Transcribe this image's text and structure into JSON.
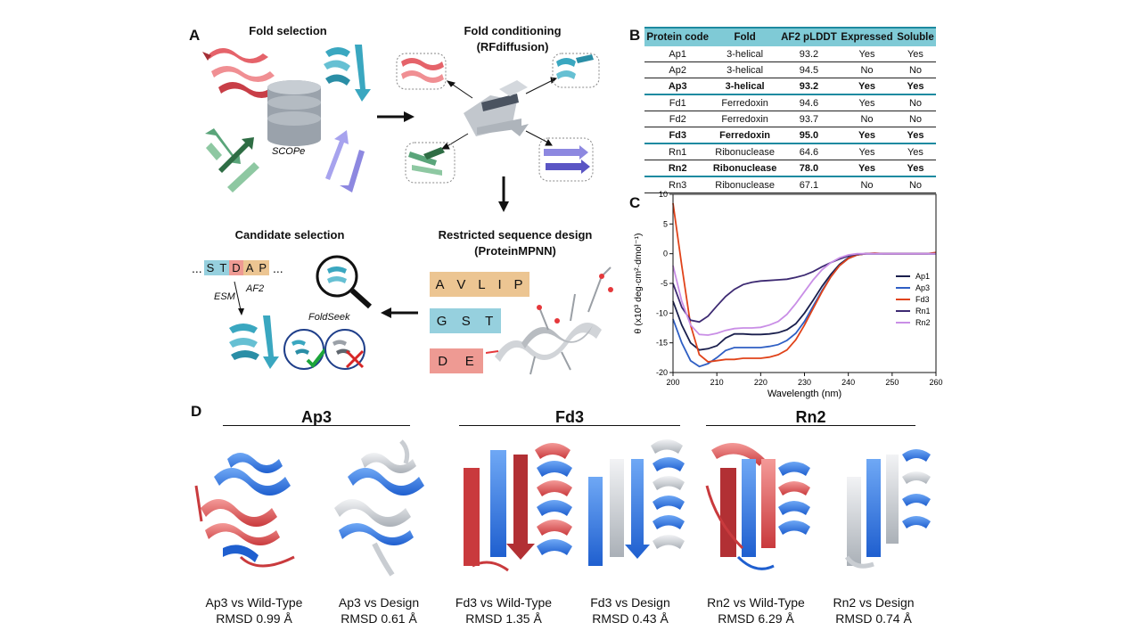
{
  "panel_a": {
    "letter": "A",
    "fold_selection_title": "Fold selection",
    "scope_label": "SCOPe",
    "fold_conditioning_title_line1": "Fold conditioning",
    "fold_conditioning_title_line2": "(RFdiffusion)",
    "restricted_title_line1": "Restricted sequence design",
    "restricted_title_line2": "(ProteinMPNN)",
    "candidate_title": "Candidate selection",
    "seq_prefix": "...",
    "seq_letters": [
      "S",
      "T",
      "D",
      "A",
      "P"
    ],
    "seq_suffix": "...",
    "af2_label": "AF2",
    "esm_label": "ESM",
    "foldseek_label": "FoldSeek",
    "aa_groups": [
      {
        "letters": [
          "A",
          "V",
          "L",
          "I",
          "P"
        ],
        "color": "#ecc592"
      },
      {
        "letters": [
          "G",
          "S",
          "T"
        ],
        "color": "#96d0de"
      },
      {
        "letters": [
          "D",
          "E"
        ],
        "color": "#ee9a93"
      }
    ]
  },
  "panel_b": {
    "letter": "B",
    "columns": [
      "Protein code",
      "Fold",
      "AF2 pLDDT",
      "Expressed",
      "Soluble"
    ],
    "rows": [
      {
        "cells": [
          "Ap1",
          "3-helical",
          "93.2",
          "Yes",
          "Yes"
        ],
        "bold": false
      },
      {
        "cells": [
          "Ap2",
          "3-helical",
          "94.5",
          "No",
          "No"
        ],
        "bold": false
      },
      {
        "cells": [
          "Ap3",
          "3-helical",
          "93.2",
          "Yes",
          "Yes"
        ],
        "bold": true
      },
      {
        "cells": [
          "Fd1",
          "Ferredoxin",
          "94.6",
          "Yes",
          "No"
        ],
        "bold": false
      },
      {
        "cells": [
          "Fd2",
          "Ferredoxin",
          "93.7",
          "No",
          "No"
        ],
        "bold": false
      },
      {
        "cells": [
          "Fd3",
          "Ferredoxin",
          "95.0",
          "Yes",
          "Yes"
        ],
        "bold": true
      },
      {
        "cells": [
          "Rn1",
          "Ribonuclease",
          "64.6",
          "Yes",
          "Yes"
        ],
        "bold": false
      },
      {
        "cells": [
          "Rn2",
          "Ribonuclease",
          "78.0",
          "Yes",
          "Yes"
        ],
        "bold": true
      },
      {
        "cells": [
          "Rn3",
          "Ribonuclease",
          "67.1",
          "No",
          "No"
        ],
        "bold": false
      }
    ],
    "header_color": "#7fcad6"
  },
  "panel_c": {
    "letter": "C"
  },
  "chart_data": {
    "type": "line",
    "xlabel": "Wavelength (nm)",
    "ylabel": "θ (x10³ deg·cm²·dmol⁻¹)",
    "xlim": [
      200,
      260
    ],
    "ylim": [
      -20,
      10
    ],
    "xticks": [
      200,
      210,
      220,
      230,
      240,
      250,
      260
    ],
    "yticks": [
      10,
      5,
      0,
      -5,
      -10,
      -15,
      -20
    ],
    "legend_position": "center-right",
    "series": [
      {
        "name": "Ap1",
        "color": "#1a1f4d",
        "x": [
          200,
          202,
          204,
          206,
          208,
          210,
          212,
          214,
          216,
          218,
          220,
          222,
          224,
          226,
          228,
          230,
          232,
          234,
          236,
          238,
          240,
          242,
          244,
          246,
          248,
          250,
          252,
          254,
          256,
          258,
          260
        ],
        "y": [
          -8,
          -12,
          -15,
          -16.2,
          -16,
          -15.5,
          -14.2,
          -13.5,
          -13.5,
          -13.6,
          -13.6,
          -13.5,
          -13.3,
          -12.8,
          -11.8,
          -10,
          -7.8,
          -5.5,
          -3.5,
          -1.8,
          -0.7,
          -0.2,
          0,
          0,
          0,
          0,
          0,
          0,
          0,
          0,
          0
        ]
      },
      {
        "name": "Ap3",
        "color": "#2f5fc4",
        "x": [
          200,
          202,
          204,
          206,
          208,
          210,
          212,
          214,
          216,
          218,
          220,
          222,
          224,
          226,
          228,
          230,
          232,
          234,
          236,
          238,
          240,
          242,
          244,
          246,
          248,
          250,
          252,
          254,
          256,
          258,
          260
        ],
        "y": [
          -11,
          -15,
          -18,
          -19,
          -18.5,
          -17.5,
          -16.3,
          -15.8,
          -15.8,
          -15.8,
          -15.8,
          -15.6,
          -15.3,
          -14.6,
          -13.4,
          -11.4,
          -8.8,
          -6.2,
          -3.9,
          -2,
          -0.8,
          -0.2,
          0,
          0,
          0,
          0,
          0,
          0,
          0,
          0,
          0
        ]
      },
      {
        "name": "Fd3",
        "color": "#e0431a",
        "x": [
          200,
          202,
          204,
          206,
          208,
          210,
          212,
          214,
          216,
          218,
          220,
          222,
          224,
          226,
          228,
          230,
          232,
          234,
          236,
          238,
          240,
          242,
          244,
          246,
          248,
          250,
          252,
          254,
          256,
          258,
          260
        ],
        "y": [
          8.5,
          -2,
          -12,
          -17,
          -18.2,
          -18,
          -17.8,
          -17.8,
          -17.6,
          -17.6,
          -17.6,
          -17.4,
          -17,
          -16.2,
          -14.5,
          -12,
          -9.2,
          -6.4,
          -3.9,
          -2,
          -0.8,
          -0.2,
          0,
          0.1,
          0,
          0,
          0,
          0,
          0,
          0,
          0.2
        ]
      },
      {
        "name": "Rn1",
        "color": "#3d2a72",
        "x": [
          200,
          202,
          204,
          206,
          208,
          210,
          212,
          214,
          216,
          218,
          220,
          222,
          224,
          226,
          228,
          230,
          232,
          234,
          236,
          238,
          240,
          242,
          244,
          246,
          248,
          250,
          252,
          254,
          256,
          258,
          260
        ],
        "y": [
          -5,
          -9,
          -11.2,
          -11.5,
          -10.5,
          -8.8,
          -7.2,
          -6,
          -5.2,
          -4.8,
          -4.6,
          -4.5,
          -4.4,
          -4.3,
          -4,
          -3.6,
          -3,
          -2.2,
          -1.5,
          -0.9,
          -0.4,
          -0.1,
          0,
          0,
          0,
          0,
          0,
          0,
          0,
          0,
          0
        ]
      },
      {
        "name": "Rn2",
        "color": "#c98ee6",
        "x": [
          200,
          202,
          204,
          206,
          208,
          210,
          212,
          214,
          216,
          218,
          220,
          222,
          224,
          226,
          228,
          230,
          232,
          234,
          236,
          238,
          240,
          242,
          244,
          246,
          248,
          250,
          252,
          254,
          256,
          258,
          260
        ],
        "y": [
          -2,
          -8,
          -12,
          -13.6,
          -13.7,
          -13.4,
          -12.9,
          -12.6,
          -12.5,
          -12.5,
          -12.4,
          -12,
          -11.4,
          -10.2,
          -8.4,
          -6.4,
          -4.4,
          -2.7,
          -1.5,
          -0.7,
          -0.2,
          0,
          0,
          0,
          0,
          0,
          0,
          0,
          0,
          0,
          0
        ]
      }
    ]
  },
  "panel_d": {
    "letter": "D",
    "groups": [
      {
        "name": "Ap3"
      },
      {
        "name": "Fd3"
      },
      {
        "name": "Rn2"
      }
    ],
    "captions": [
      {
        "line1": "Ap3 vs Wild-Type",
        "line2": "RMSD 0.99 Å"
      },
      {
        "line1": "Ap3 vs Design",
        "line2": "RMSD 0.61 Å"
      },
      {
        "line1": "Fd3 vs Wild-Type",
        "line2": "RMSD 1.35 Å"
      },
      {
        "line1": "Fd3 vs Design",
        "line2": "RMSD 0.43 Å"
      },
      {
        "line1": "Rn2 vs Wild-Type",
        "line2": "RMSD 6.29 Å"
      },
      {
        "line1": "Rn2 vs Design",
        "line2": "RMSD 0.74 Å"
      }
    ]
  },
  "colors": {
    "red": "#e5636a",
    "teal": "#3aa7c0",
    "green": "#5aa57a",
    "purple": "#8d88e0",
    "blue": "#3a7ee0",
    "grey": "#b9bec5"
  }
}
